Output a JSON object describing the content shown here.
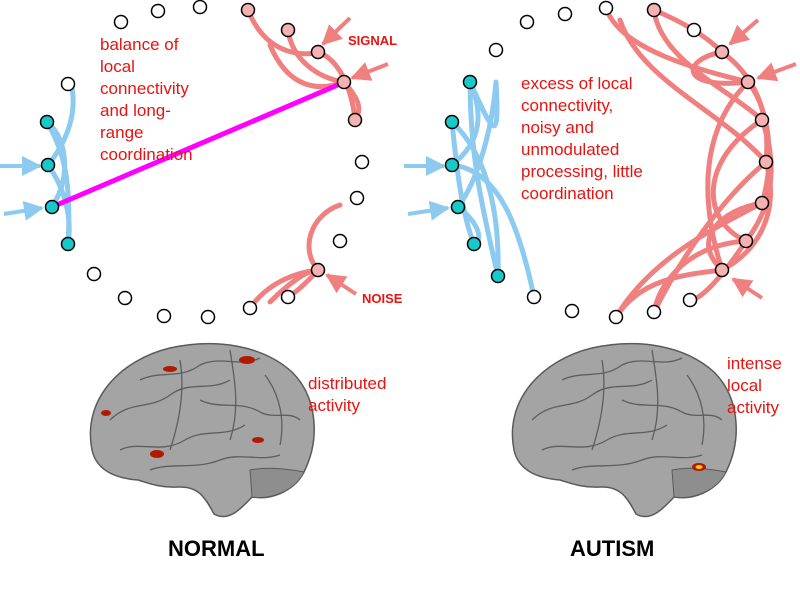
{
  "normal": {
    "description_lines": [
      "balance of",
      "local",
      "connectivity",
      "and long-",
      "range",
      "coordination"
    ],
    "signal_label": "SIGNAL",
    "noise_label": "NOISE",
    "activity_label_lines": [
      "distributed",
      "activity"
    ],
    "caption": "NORMAL"
  },
  "autism": {
    "description_lines": [
      "excess of local",
      "connectivity,",
      "noisy and",
      "unmodulated",
      "processing, little",
      "coordination"
    ],
    "activity_label_lines": [
      "intense",
      "local",
      "activity"
    ],
    "caption": "AUTISM"
  },
  "colors": {
    "local_connection": "#f08080",
    "local_node": "#f4b2b2",
    "input_connection": "#8ccaf0",
    "input_node": "#19c8c8",
    "long_range_connection": "#ff00ff",
    "inactive_node": "#ffffff",
    "activity_spot": "#b21a00",
    "brain": "#a4a4a4"
  }
}
